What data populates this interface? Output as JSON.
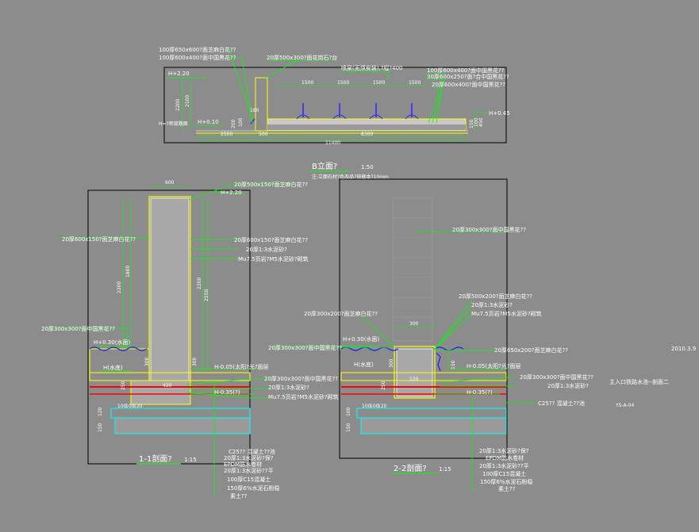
{
  "elevation": {
    "title": "B立面?",
    "scale": "1:50",
    "note": "注:立面石材?色及品?依据本?10mm",
    "labels": {
      "wall_cap": "20厚500x300?面花岗石?台",
      "top1": "100厚650x600?面芝麻白花??",
      "top2": "100厚600x400?面中国黑花??",
      "spout": "喷泉(无须安装),?程?400",
      "r1": "100厚600x400?面中国黑花??",
      "r2": "30厚600x250?面?合中国黑花??",
      "r3": "20厚600x400?面中国黑花??",
      "h220": "H+2.20",
      "h010": "H+0.10",
      "h045": "H+0.45",
      "hbase": "H=?密度路面"
    },
    "dims": {
      "spacing": [
        "1500",
        "1500",
        "1500",
        "1500"
      ],
      "bottom": [
        "2500",
        "500",
        "8300"
      ],
      "total": "11400",
      "left_v": [
        "2200",
        "2100"
      ],
      "small": [
        "180",
        "100",
        "200",
        "150",
        "100",
        "450"
      ]
    }
  },
  "section1": {
    "title": "1-1剖面?",
    "scale": "1:15",
    "labels": {
      "cap": "20厚500x150?面芝麻白花??",
      "h220": "H+2.20",
      "left1": "20厚600x150?面芝麻白花??",
      "right1": "20厚600x150?面芝麻白花??",
      "right2": "20厚1:3水泥砂?",
      "right3": "Mu7.5页岩?M5水泥砂?砌筑",
      "left2": "20厚300x300?面中国黑花??",
      "water": "H+0.30(水面)",
      "h_water": "H(水底)",
      "h005": "H-0.05(太阳?光?面层",
      "h035": "H-0.35(?)",
      "mid1": "20厚300x300?面中国黑花??",
      "mid2": "20厚1:3水泥砂?",
      "mid3": "Mu7.5页岩?M5水泥砂?砌筑",
      "stack": [
        "C25?? 混凝土??池",
        "20厚1:3水泥砂?保?",
        "EPDM防水卷材",
        "20厚1:3水泥砂??平",
        "100厚C15混凝土",
        "150厚6%水泥石粉稳",
        "素土??"
      ]
    },
    "dims": {
      "top": "600",
      "left_v": [
        "2200",
        "1800"
      ],
      "right_v": [
        "2200",
        "2550"
      ],
      "bot": [
        "420",
        "100",
        "100",
        "120",
        "150",
        "120",
        "300",
        "300",
        "250"
      ]
    }
  },
  "section2": {
    "title": "2-2剖面?",
    "scale": "1:15",
    "labels": {
      "top_right": "20厚300x300?面中国黑花??",
      "r1": "20厚500x200?面芝麻白花??",
      "r2": "20厚1:3水泥砂?",
      "r3": "Mu7.5页岩?M5水泥砂?砌筑",
      "left1": "20厚300x200?面芝麻白花??",
      "left2": "20厚300x300?面中国黑花??",
      "water": "H+0.30(水面)",
      "h_water": "H(水底)",
      "cap2": "20厚650x200?面芝麻白花??",
      "h005": "H-0.05(太阳?光?面层",
      "h035": "H-0.35(?)",
      "mid1": "20厚300x300?面中国黑花??",
      "mid2": "20厚1:3水泥砂?",
      "c25": "C25?? 混凝土??池",
      "stack": [
        "20厚1:3水泥砂?保?",
        "EPDM防水卷材",
        "20厚1:3水泥砂??平",
        "100厚C15混凝土",
        "150厚6%水泥石粉稳",
        "素土??"
      ]
    },
    "dims": {
      "top": "300",
      "mid": "120",
      "bot": [
        "100",
        "100",
        "120",
        "150",
        "100",
        "150",
        "300",
        "250"
      ]
    }
  },
  "sheet": {
    "date": "2010.3.9",
    "name": "主入口铁路水池--剖面二",
    "code": "YS-A-04"
  },
  "colors": {
    "background": "#8c8c8c",
    "leader": "#00ff00",
    "finish": "#ffff00",
    "water": "#1a1aff",
    "cyan": "#00ffff",
    "red": "#ff0000"
  }
}
